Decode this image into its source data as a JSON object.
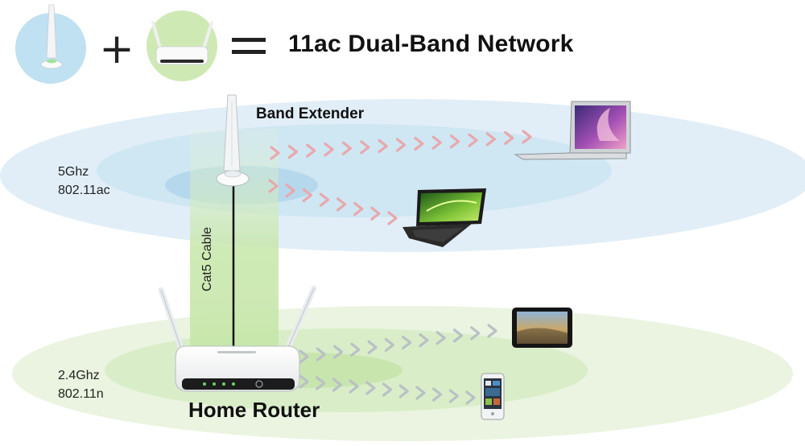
{
  "title": "11ac Dual-Band Network",
  "equation": {
    "plus_symbol": "+",
    "equals_symbol": "=",
    "extender_bubble_color": "#bfe1f1",
    "router_bubble_color": "#cfe9b4"
  },
  "extender": {
    "label": "Band Extender",
    "band_line1": "5Ghz",
    "band_line2": "802.11ac",
    "zone_color": "#cfe6f3"
  },
  "router": {
    "label": "Home Router",
    "band_line1": "2.4Ghz",
    "band_line2": "802.11n",
    "zone_color": "#d9eec8"
  },
  "cable_label": "Cat5 Cable",
  "signal_colors": {
    "extender_chevron": "#e8a8ad",
    "router_chevron": "#b9c0c6"
  },
  "devices": {
    "extender_clients": [
      "laptop-silver",
      "laptop-black"
    ],
    "router_clients": [
      "tablet",
      "smartphone"
    ]
  }
}
